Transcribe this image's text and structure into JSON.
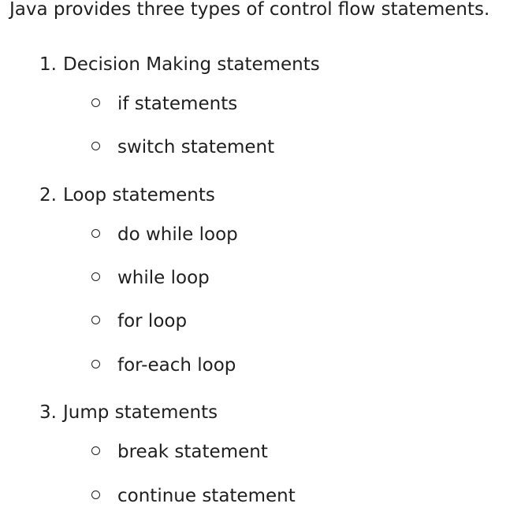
{
  "intro": "Java provides three types of control flow statements.",
  "items": [
    {
      "number": "1.",
      "title": "Decision Making statements",
      "subitems": [
        "if statements",
        "switch statement"
      ]
    },
    {
      "number": "2.",
      "title": "Loop statements",
      "subitems": [
        "do while loop",
        "while loop",
        "for loop",
        "for-each loop"
      ]
    },
    {
      "number": "3.",
      "title": "Jump statements",
      "subitems": [
        "break statement",
        "continue statement"
      ]
    }
  ]
}
